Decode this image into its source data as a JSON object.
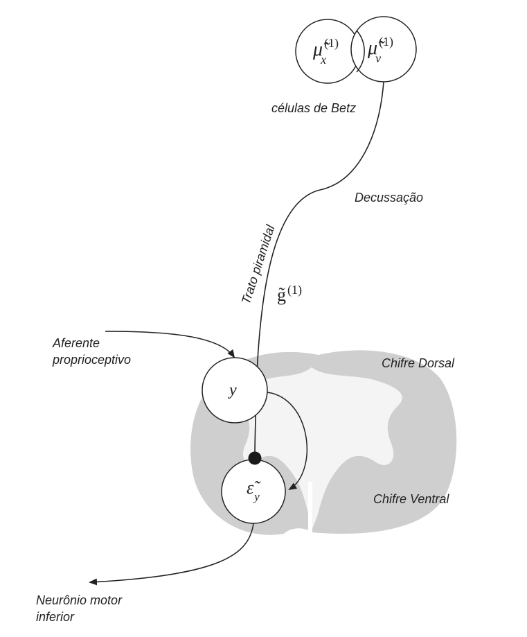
{
  "labels": {
    "betz": "células de Betz",
    "decussation": "Decussação",
    "pyramidal_tract": "Trato piramidal",
    "dorsal_horn": "Chifre Dorsal",
    "ventral_horn": "Chifre Ventral",
    "afferent_line1": "Aferente",
    "afferent_line2": "proprioceptivo",
    "lower_motor_line1": "Neurônio motor",
    "lower_motor_line2": "inferior"
  },
  "math": {
    "mu_x": {
      "base": "μ̃",
      "sub": "x",
      "sup": "(1)"
    },
    "mu_v": {
      "base": "μ̃",
      "sub": "v",
      "sup": "(1)"
    },
    "g": {
      "base": "g̃",
      "sup": "(1)"
    },
    "y": "y",
    "eps": {
      "base": "ε̃",
      "sub": "y"
    }
  },
  "colors": {
    "line": "#222222",
    "spinal_gray_outer": "#cfcfcf",
    "spinal_gray_inner": "#f4f4f4",
    "background": "#ffffff"
  }
}
